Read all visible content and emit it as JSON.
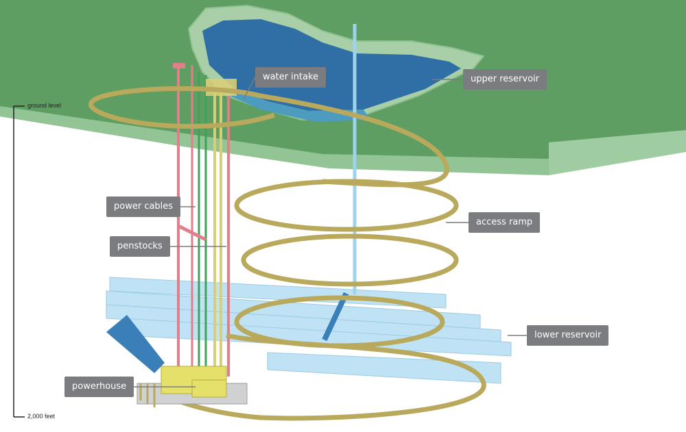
{
  "labels": {
    "water_intake": "water intake",
    "upper_reservoir": "upper reservoir",
    "power_cables": "power cables",
    "penstocks": "penstocks",
    "access_ramp": "access ramp",
    "lower_reservoir": "lower reservoir",
    "powerhouse": "powerhouse"
  },
  "scale": {
    "top": "ground level",
    "bottom": "2,000 feet"
  },
  "colors": {
    "ground": "#5e9e62",
    "ground_light": "#a9cfa9",
    "upper_reservoir_water": "#2f6fa5",
    "lower_reservoir_tunnel": "#bfe3f5",
    "access_ramp": "#b9a95c",
    "power_cables": "#e07f8a",
    "penstocks": "#d7ce7a",
    "label_bg": "#7b7c7f"
  }
}
